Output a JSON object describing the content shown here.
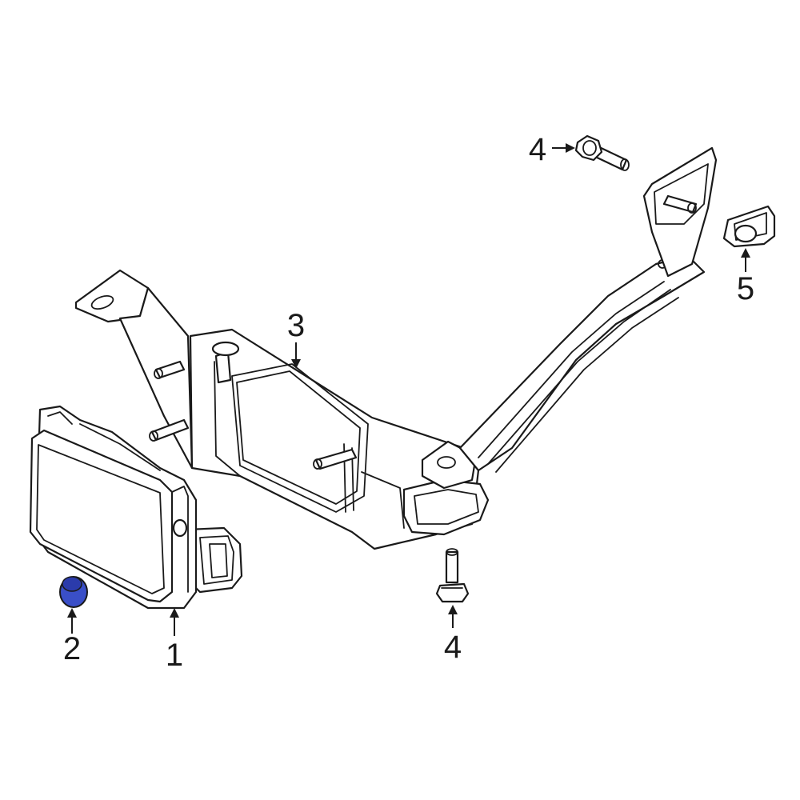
{
  "callouts": [
    {
      "id": "c1",
      "label": "1"
    },
    {
      "id": "c2",
      "label": "2"
    },
    {
      "id": "c3",
      "label": "3"
    },
    {
      "id": "c4a",
      "label": "4"
    },
    {
      "id": "c4b",
      "label": "4"
    },
    {
      "id": "c5",
      "label": "5"
    }
  ],
  "colors": {
    "highlight_part": "#3a4fc8",
    "line": "#1a1a1a",
    "background": "#ffffff"
  }
}
